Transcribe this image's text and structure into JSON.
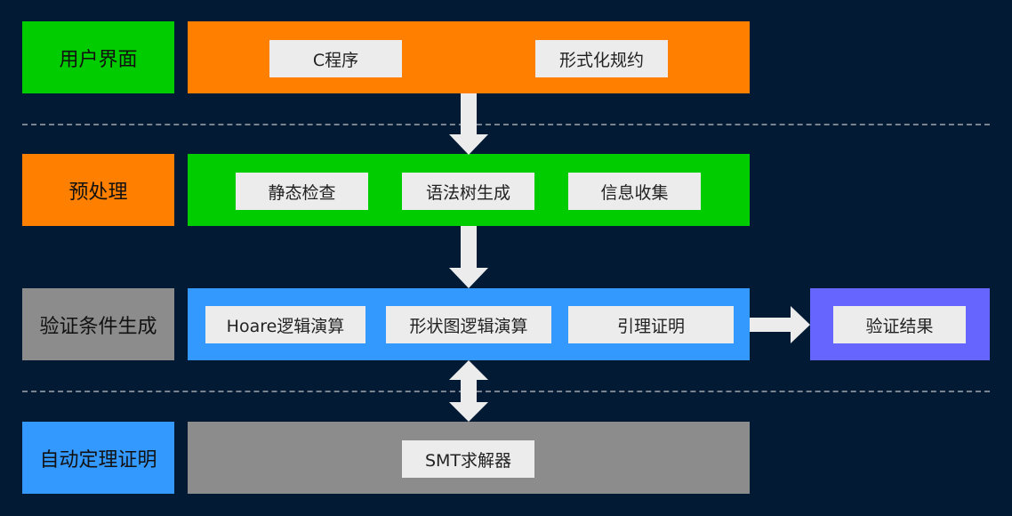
{
  "colors": {
    "background": "#021a33",
    "green": "#00cc00",
    "orange": "#ff8000",
    "gray": "#8c8c8c",
    "blue": "#3399ff",
    "purple": "#6666ff",
    "chip": "#ececec",
    "arrow": "#ececec"
  },
  "layers": {
    "user_interface": {
      "label": "用户界面",
      "items": [
        "C程序",
        "形式化规约"
      ]
    },
    "preprocessing": {
      "label": "预处理",
      "items": [
        "静态检查",
        "语法树生成",
        "信息收集"
      ]
    },
    "vc_generation": {
      "label": "验证条件生成",
      "items": [
        "Hoare逻辑演算",
        "形状图逻辑演算",
        "引理证明"
      ],
      "result": "验证结果"
    },
    "atp": {
      "label": "自动定理证明",
      "items": [
        "SMT求解器"
      ]
    }
  }
}
